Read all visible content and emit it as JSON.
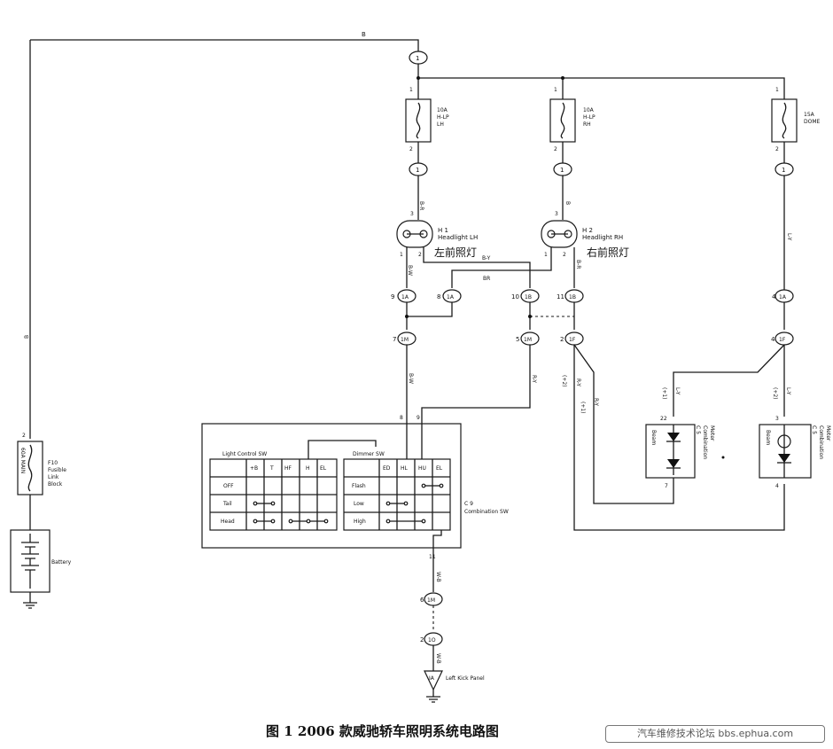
{
  "connectors": {
    "top": "1",
    "lh_out": "1",
    "rh_out": "1",
    "dome_out": "1",
    "c9a_lhpin": "9",
    "c9a_lh": "1A",
    "c9b_pin": "8",
    "c9b": "1A",
    "c10_pin": "10",
    "c10": "1B",
    "c11_pin": "11",
    "c11": "1B",
    "c7_pin": "7",
    "c7": "1M",
    "c5_pin": "5",
    "c5": "1M",
    "c2f_pin": "2",
    "c2f": "1F",
    "c4a_pin": "4",
    "c4a": "1A",
    "c4f_pin": "4",
    "c4f": "1F",
    "c6_pin": "6",
    "c6": "1M",
    "c2o_pin": "2",
    "c2o": "1O"
  },
  "wire_colors": {
    "top": "B",
    "left": "B",
    "lh_in": "B-R",
    "rh_in": "B",
    "dome_in": "L-Y",
    "lh_out": "B-W",
    "rh_out": "B-R",
    "cross1": "B-Y",
    "cross2": "BR",
    "mid_lh": "B-W",
    "mid_rh": "R-Y",
    "rf1": "R-Y",
    "rf2": "R-Y",
    "ly1": "L-Y",
    "ly2": "L-Y",
    "ground": "W-B",
    "ground2": "W-B"
  },
  "fuses": {
    "lh": [
      "10A",
      "H-LP",
      "LH"
    ],
    "rh": [
      "10A",
      "H-LP",
      "RH"
    ],
    "dome": [
      "15A",
      "DOME"
    ],
    "main": "60A MAIN",
    "main_label": [
      "F10",
      "Fusible",
      "Link",
      "Block"
    ]
  },
  "pins": {
    "p1": "1",
    "p2": "2",
    "p3": "3"
  },
  "headlights": {
    "lh_code": "H 1",
    "lh_name": "Headlight LH",
    "lh_cn": "左前照灯",
    "rh_code": "H 2",
    "rh_name": "Headlight RH",
    "rh_cn": "右前照灯"
  },
  "switch": {
    "code": "C 9",
    "name": "Combination SW",
    "light_title": "Light Control SW",
    "dimmer_title": "Dimmer SW",
    "light_cols": [
      "+B",
      "T",
      "HF",
      "H",
      "EL"
    ],
    "light_rows": [
      "OFF",
      "Tail",
      "Head"
    ],
    "dimmer_cols": [
      "ED",
      "HL",
      "HU",
      "EL"
    ],
    "dimmer_rows": [
      "Flash",
      "Low",
      "High"
    ],
    "pin8": "8",
    "pin9": "9",
    "pin11": "11"
  },
  "meters": {
    "left_code": "C 5",
    "left_l1": "Combination",
    "left_l2": "Meter",
    "right_code": "C 5",
    "right_l1": "Combination",
    "right_l2": "Meter",
    "beam": "Beam",
    "pin22": "22",
    "pin7": "7",
    "pin3": "3",
    "pin4": "4",
    "m1": "(+1)",
    "m2": "(+2)",
    "m3": "(+1)",
    "m4": "(+2)"
  },
  "battery": "Battery",
  "ground_code": "IA",
  "ground_label": "Left Kick Panel",
  "caption": "图 1    2006 款威驰轿车照明系统电路图",
  "watermark": "汽车维修技术论坛 bbs.ephua.com"
}
